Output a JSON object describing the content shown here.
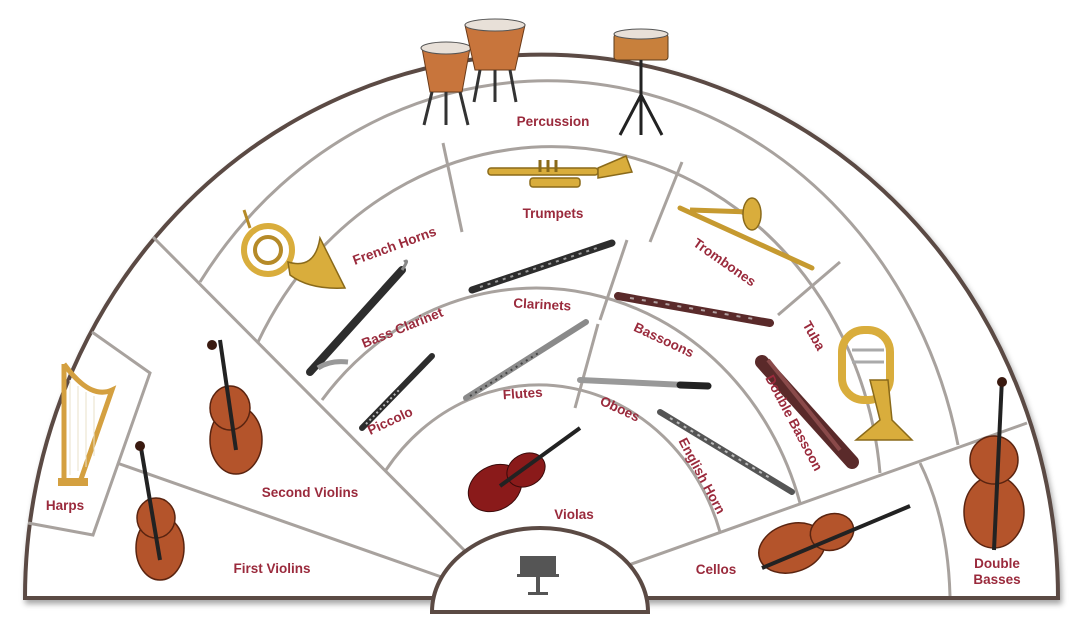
{
  "title": "Orchestra Seating Chart",
  "colors": {
    "label": "#9a2a3c",
    "outline": "#5b4a44",
    "divider": "#a8a29e"
  },
  "sections": {
    "percussion": "Percussion",
    "trumpets": "Trumpets",
    "french_horns": "French Horns",
    "trombones": "Trombones",
    "tuba": "Tuba",
    "clarinets": "Clarinets",
    "bass_clarinet": "Bass Clarinet",
    "bassoons": "Bassoons",
    "double_bassoon": "Double Bassoon",
    "piccolo": "Piccolo",
    "flutes": "Flutes",
    "oboes": "Oboes",
    "english_horn": "English Horn",
    "violas": "Violas",
    "cellos": "Cellos",
    "double_basses_line1": "Double",
    "double_basses_line2": "Basses",
    "harps": "Harps",
    "second_violins": "Second Violins",
    "first_violins": "First Violins"
  },
  "icons": [
    "timpani-icon",
    "snare-drum-icon",
    "trumpet-icon",
    "french-horn-icon",
    "trombone-icon",
    "tuba-icon",
    "clarinet-icon",
    "bass-clarinet-icon",
    "bassoon-icon",
    "double-bassoon-icon",
    "piccolo-icon",
    "flute-icon",
    "oboe-icon",
    "english-horn-icon",
    "viola-icon",
    "cello-icon",
    "double-bass-icon",
    "harp-icon",
    "violin-icon",
    "conductor-stand-icon"
  ]
}
